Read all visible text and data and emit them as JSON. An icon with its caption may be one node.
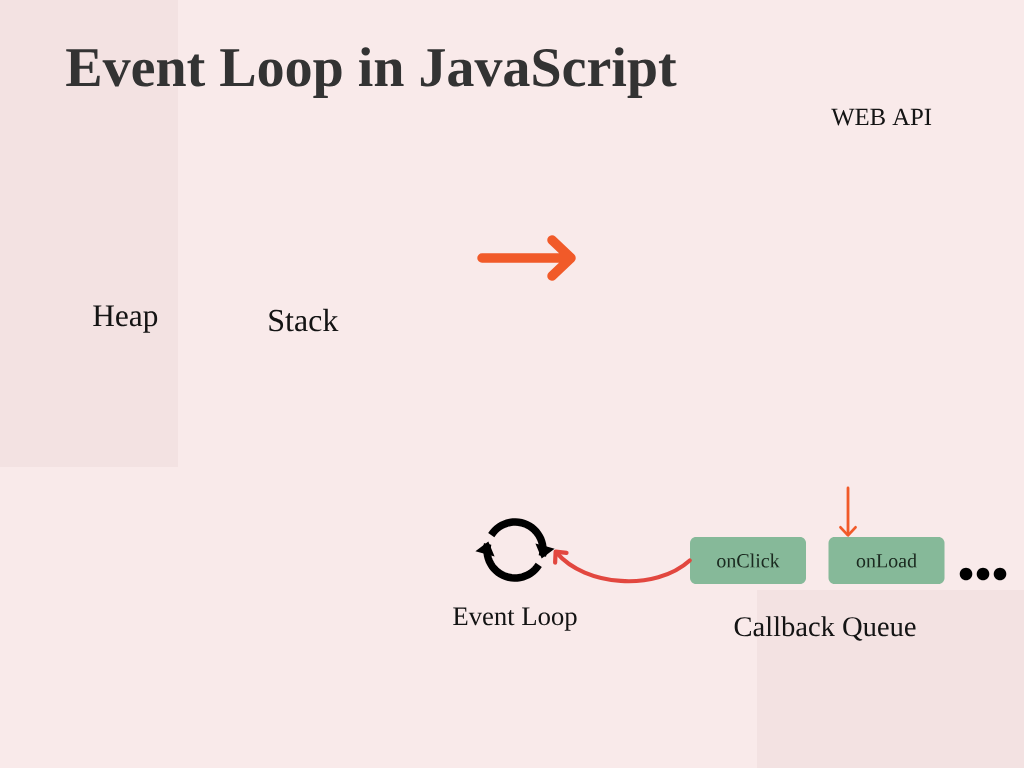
{
  "diagram": {
    "title": "Event Loop in JavaScript",
    "nodes": [
      {
        "text": [],
        "shape": "picture",
        "beside": [
          "Event Loop"
        ]
      },
      {
        "text": [
          "onClick"
        ]
      },
      {
        "text": [
          "onLoad"
        ]
      }
    ],
    "edges": [
      {
        "from": null,
        "to": 2,
        "arrow": "to",
        "color": "#f15a29"
      },
      {
        "from": 1,
        "to": 0,
        "arrow": "to",
        "color": "#e2473f"
      }
    ],
    "labels": [
      "WEB API",
      "Heap",
      "Stack",
      "Callback Queue"
    ]
  }
}
